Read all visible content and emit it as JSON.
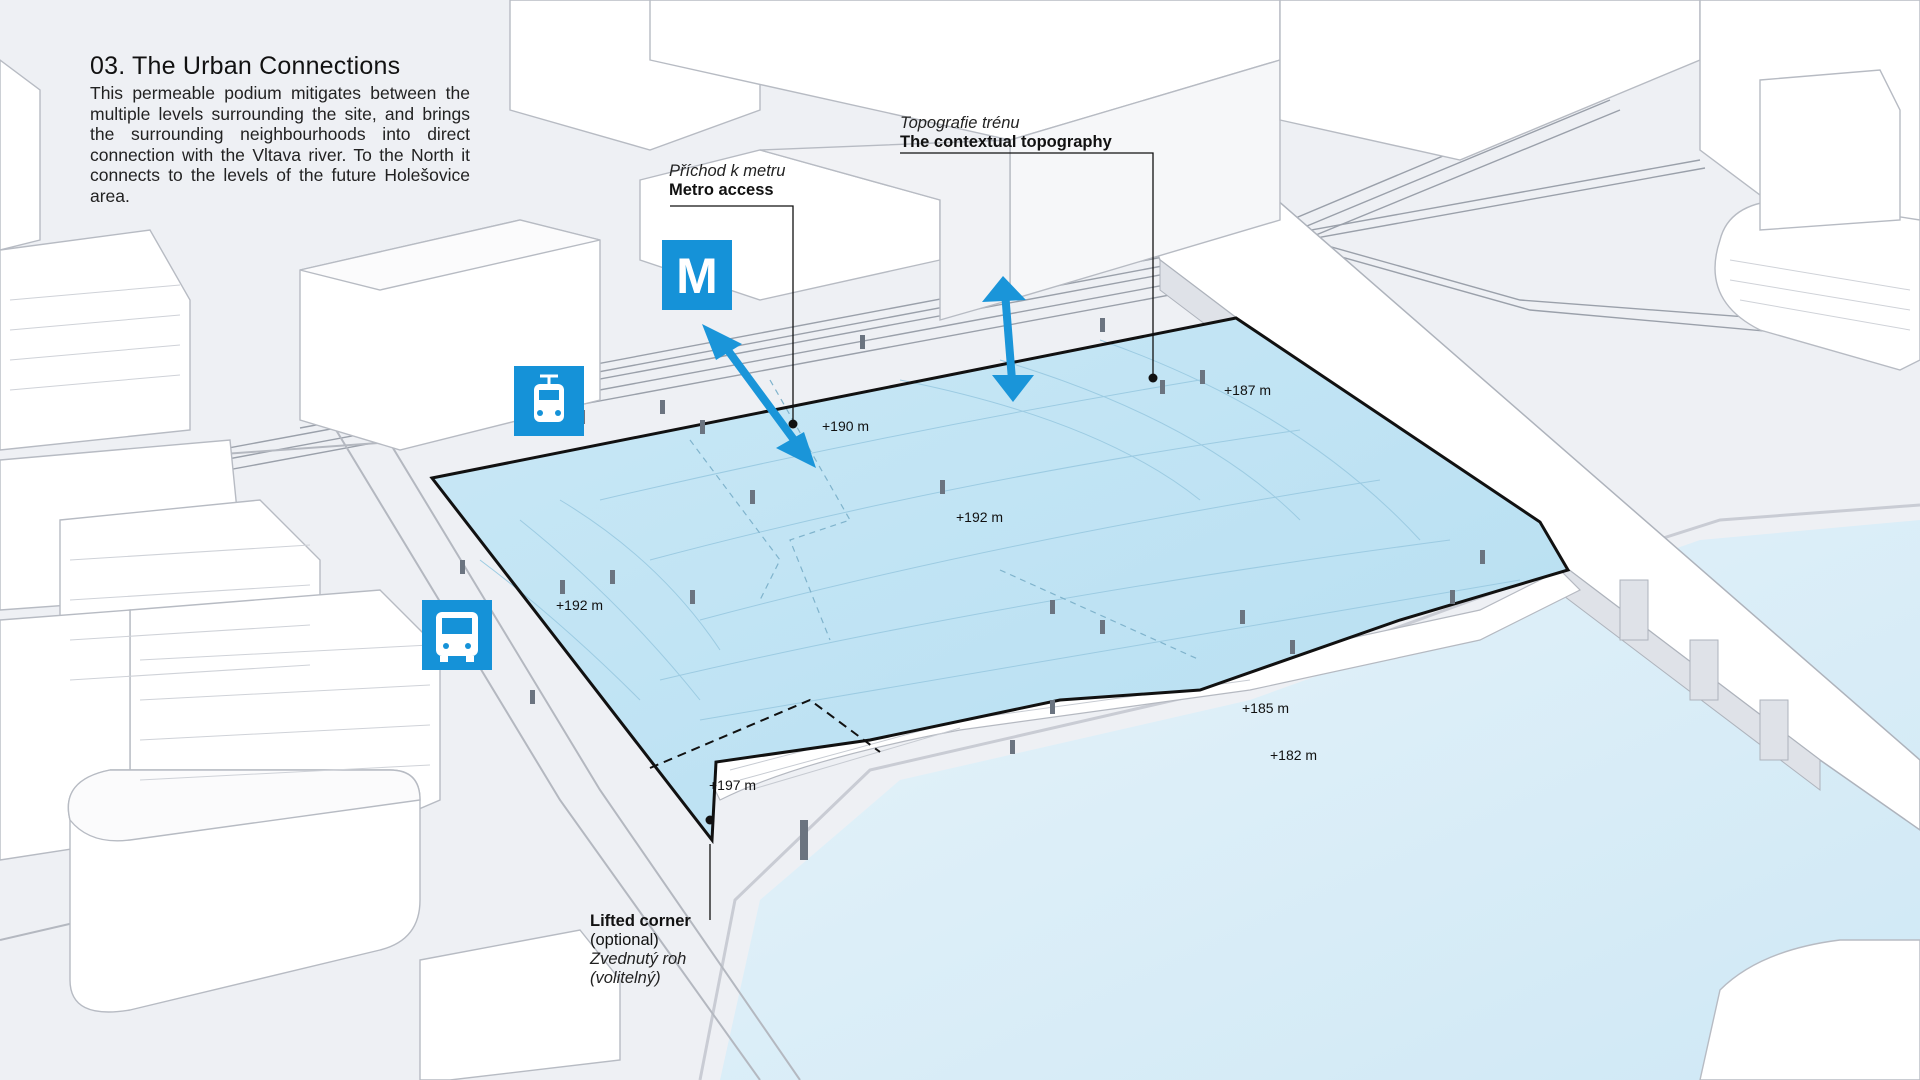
{
  "intro": {
    "title": "03. The Urban Connections",
    "body": "This permeable podium mitigates between the multiple levels surrounding the site, and brings the surrounding neighbourhoods into direct connection with the Vltava river. To the North it connects to the levels of the future Holešovice area."
  },
  "annotations": {
    "topography": {
      "cz": "Topografie trénu",
      "en": "The contextual topography"
    },
    "metro": {
      "cz": "Příchod k metru",
      "en": "Metro access"
    },
    "lifted": {
      "en": "Lifted corner",
      "en_note": "(optional)",
      "cz": "Zvednutý roh",
      "cz_note": "(volitelný)"
    }
  },
  "elevations": [
    "+190 m",
    "+187 m",
    "+192 m",
    "+192 m",
    "+197 m",
    "+185 m",
    "+182 m"
  ],
  "icons": {
    "metro": {
      "name": "metro-sign-icon",
      "letter": "M"
    },
    "tram": {
      "name": "tram-sign-icon"
    },
    "bus": {
      "name": "bus-sign-icon"
    }
  },
  "colors": {
    "site": "#bfe2f2",
    "river": "#d6ecf6",
    "sign": "#1592d8",
    "arrow": "#1a95d9",
    "building": "#ffffff",
    "ground": "#eef0f4"
  }
}
